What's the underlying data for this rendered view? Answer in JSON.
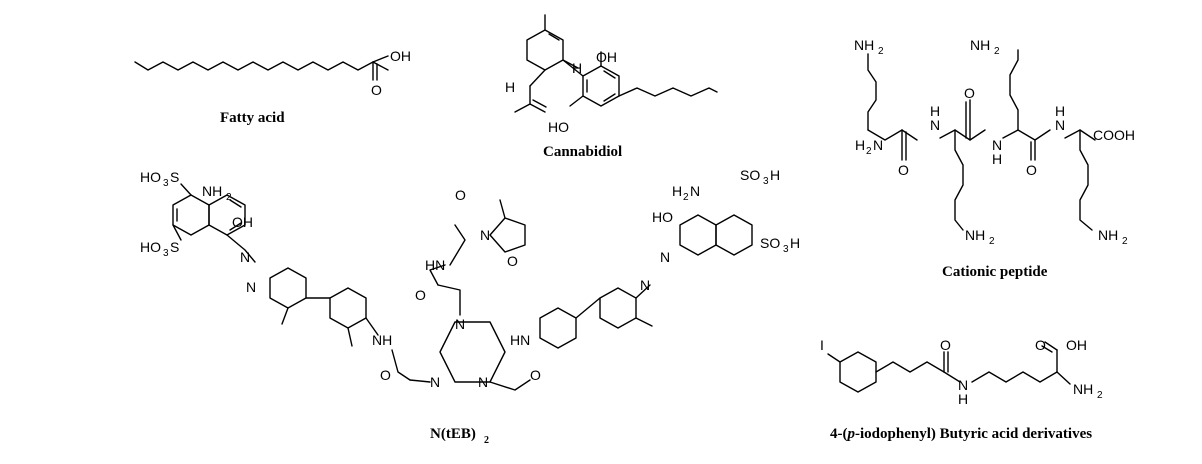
{
  "captions": {
    "fatty_acid": "Fatty acid",
    "cannabidiol": "Cannabidiol",
    "cationic_peptide": "Cationic peptide",
    "ntEB2_main": "N(tEB)",
    "ntEB2_sub": "2",
    "butyric_pre": "4-(",
    "butyric_p": "p",
    "butyric_post": "-iodophenyl) Butyric acid derivatives"
  },
  "atoms": {
    "oh": "OH",
    "o": "O",
    "ho": "HO",
    "h": "H",
    "n": "N",
    "nh": "NH",
    "hn": "HN",
    "nh2": "NH",
    "h2n": "H",
    "h2n_n": "N",
    "two": "2",
    "three": "3",
    "cooh": "COOH",
    "i": "I",
    "so3h_a": "SO",
    "so3h_h": "H",
    "ho3s_ho": "HO",
    "ho3s_s": "S"
  }
}
